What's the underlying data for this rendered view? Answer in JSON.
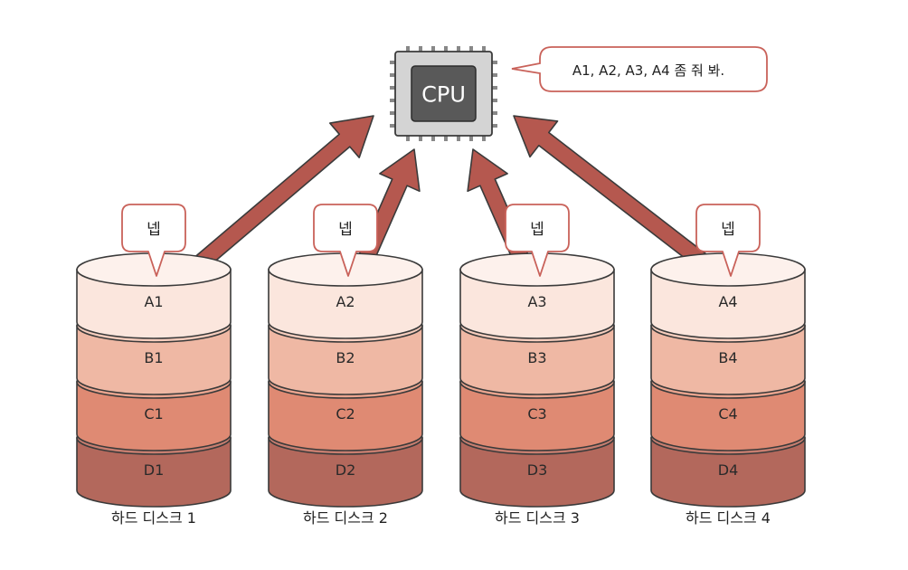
{
  "cpu": {
    "label": "CPU"
  },
  "cpu_speech": {
    "text": "A1, A2, A3, A4 좀 줘 봐."
  },
  "disks": [
    {
      "name": "하드 디스크 1",
      "reply": "넵",
      "blocks": [
        "A1",
        "B1",
        "C1",
        "D1"
      ]
    },
    {
      "name": "하드 디스크 2",
      "reply": "넵",
      "blocks": [
        "A2",
        "B2",
        "C2",
        "D2"
      ]
    },
    {
      "name": "하드 디스크 3",
      "reply": "넵",
      "blocks": [
        "A3",
        "B3",
        "C3",
        "D3"
      ]
    },
    {
      "name": "하드 디스크 4",
      "reply": "넵",
      "blocks": [
        "A4",
        "B4",
        "C4",
        "D4"
      ]
    }
  ],
  "colors": {
    "outline": "#3a3a3a",
    "arrow": "#b5584f",
    "bubble_stroke": "#c9625a",
    "layers": [
      "#fbe6dd",
      "#efb8a4",
      "#df8a73",
      "#b3685c"
    ],
    "layer_tops": [
      "#fdf1ec",
      "#f6cdbd",
      "#eba58f",
      "#c77e70"
    ],
    "cpu_chip": "#d4d4d4",
    "cpu_core": "#595959",
    "cpu_text": "#ffffff"
  }
}
